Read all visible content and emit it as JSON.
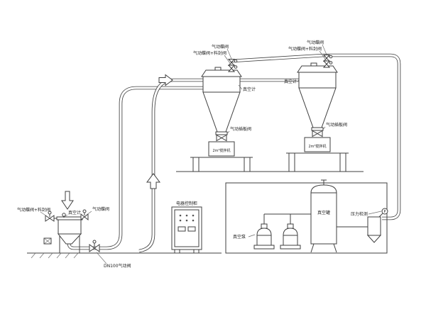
{
  "labels": {
    "feeder": {
      "valve_combo": "气动蝶阀+料封阀",
      "gauge": "真空计",
      "valve": "气动蝶阀",
      "dn100": "DN100气动阀"
    },
    "cabinet": {
      "title": "电器控制柜"
    },
    "cyclone1": {
      "valve": "气动蝶阀",
      "valve_combo": "气动蝶阀+料封阀",
      "gauge": "真空计",
      "gate_valve": "气动插板阀",
      "base": "2m³搅拌机"
    },
    "cyclone2": {
      "valve": "气动蝶阀",
      "valve_combo": "气动蝶阀+料封阀",
      "gauge": "真空计",
      "gate_valve": "气动插板阀",
      "base": "2m³搅拌机"
    },
    "station": {
      "pump": "真空泵",
      "tank": "真空罐",
      "pressure": "压力检测",
      "gauge_p": "P"
    }
  },
  "colors": {
    "line": "#3f3f3f",
    "background": "#ffffff"
  }
}
